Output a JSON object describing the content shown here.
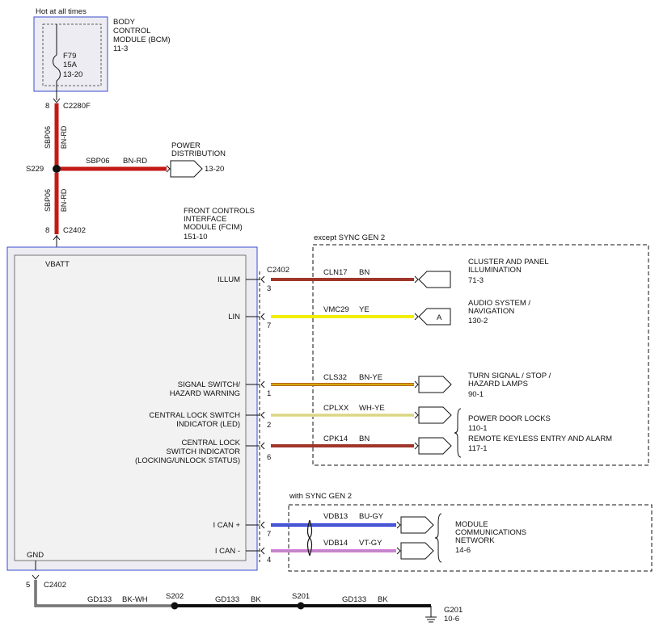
{
  "header_note": "Hot at all times",
  "bcm": {
    "name": [
      "BODY",
      "CONTROL",
      "MODULE (BCM)"
    ],
    "ref": "11-3",
    "fuse": {
      "id": "F79",
      "rating": "15A",
      "ref": "13-20"
    }
  },
  "upper_connector": {
    "pin": "8",
    "id": "C2280F"
  },
  "upper_wire": {
    "circuit": "SBP06",
    "color": "BN-RD"
  },
  "splice_s229": {
    "label": "S229",
    "circuit": "SBP06",
    "color": "BN-RD"
  },
  "power_distribution": {
    "name": [
      "POWER",
      "DISTRIBUTION"
    ],
    "ref": "13-20"
  },
  "lower_wire": {
    "circuit": "SBP06",
    "color": "BN-RD"
  },
  "fcim_connector_top": {
    "pin": "8",
    "id": "C2402"
  },
  "fcim": {
    "name": [
      "FRONT CONTROLS",
      "INTERFACE",
      "MODULE (FCIM)"
    ],
    "ref": "151-10",
    "vbatt": "VBATT",
    "gnd": "GND"
  },
  "group_no_sync": {
    "label": "except SYNC GEN 2"
  },
  "group_sync": {
    "label": "with SYNC GEN 2"
  },
  "connector_right": {
    "id": "C2402"
  },
  "signals": [
    {
      "pin_label": [
        "ILLUM"
      ],
      "pin": "3",
      "circuit": "CLN17",
      "color": "BN",
      "wire_hex": "#a0362a",
      "dest": [
        "CLUSTER AND PANEL",
        "ILLUMINATION"
      ],
      "dest_ref": "71-3"
    },
    {
      "pin_label": [
        "LIN"
      ],
      "pin": "7",
      "circuit": "VMC29",
      "color": "YE",
      "wire_hex": "#f2ee00",
      "connector_letter": "A",
      "dest": [
        "AUDIO SYSTEM /",
        "NAVIGATION"
      ],
      "dest_ref": "130-2"
    },
    {
      "pin_label": [
        "SIGNAL SWITCH/",
        "HAZARD WARNING"
      ],
      "pin": "1",
      "circuit": "CLS32",
      "color": "BN-YE",
      "wire_hex": "#b5651d",
      "dest": [
        "TURN SIGNAL / STOP /",
        "HAZARD LAMPS"
      ],
      "dest_ref": "90-1"
    },
    {
      "pin_label": [
        "CENTRAL LOCK SWITCH",
        "INDICATOR (LED)"
      ],
      "pin": "2",
      "circuit": "CPLXX",
      "color": "WH-YE",
      "wire_hex": "#e6e29c",
      "dest": [
        "POWER DOOR LOCKS"
      ],
      "dest_ref": "110-1"
    },
    {
      "pin_label": [
        "CENTRAL LOCK",
        "SWITCH INDICATOR",
        "(LOCKING/UNLOCK STATUS)"
      ],
      "pin": "6",
      "circuit": "CPK14",
      "color": "BN",
      "wire_hex": "#a0362a",
      "dest": [
        "REMOTE KEYLESS ENTRY AND ALARM"
      ],
      "dest_ref": "117-1"
    },
    {
      "pin_label": [
        "I CAN +"
      ],
      "pin": "7",
      "circuit": "VDB13",
      "color": "BU-GY",
      "wire_hex": "#2233dd",
      "dest": [],
      "dest_ref": ""
    },
    {
      "pin_label": [
        "I CAN -"
      ],
      "pin": "4",
      "circuit": "VDB14",
      "color": "VT-GY",
      "wire_hex": "#d77ad6",
      "dest": [],
      "dest_ref": ""
    }
  ],
  "network": {
    "name": [
      "MODULE",
      "COMMUNICATIONS",
      "NETWORK"
    ],
    "ref": "14-6"
  },
  "ground": {
    "pin": "5",
    "connector": "C2402",
    "segments": [
      {
        "circuit": "GD133",
        "color": "BK-WH"
      },
      {
        "circuit": "GD133",
        "color": "BK"
      },
      {
        "circuit": "GD133",
        "color": "BK"
      }
    ],
    "splices": [
      "S202",
      "S201"
    ],
    "ground_point": {
      "id": "G201",
      "ref": "10-6"
    }
  }
}
